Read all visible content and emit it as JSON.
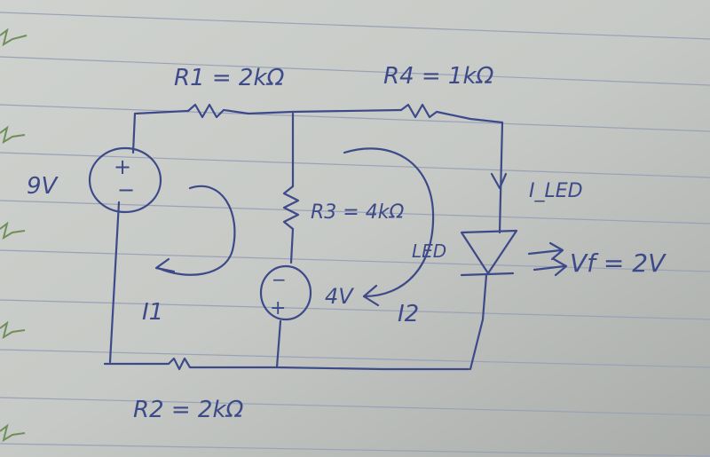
{
  "labels": {
    "r1": "R1 = 2kΩ",
    "r4": "R4 = 1kΩ",
    "source_9v": "9V",
    "r3": "R3 = 4kΩ",
    "source_4v": "4V",
    "i_led": "I_LED",
    "led": "LED",
    "vf": "Vf = 2V",
    "i1": "I1",
    "i2": "I2",
    "r2": "R2 = 2kΩ",
    "plus": "+",
    "minus": "−"
  },
  "colors": {
    "paper": "#c9ccc8",
    "ink": "#3d4a8a",
    "rule": "#9aa2b8"
  }
}
